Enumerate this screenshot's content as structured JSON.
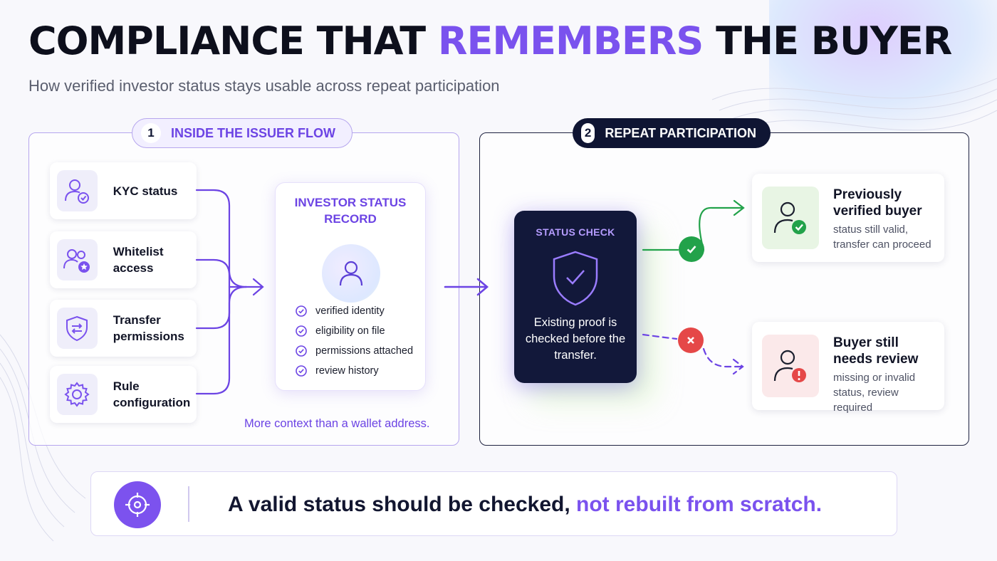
{
  "header": {
    "title_part1": "COMPLIANCE THAT ",
    "title_accent": "REMEMBERS",
    "title_part2": " THE BUYER",
    "subtitle": "How verified investor status stays usable across repeat participation"
  },
  "left_panel": {
    "number": "1",
    "label": "INSIDE THE ISSUER FLOW",
    "items": [
      {
        "label": "KYC status",
        "icon": "user-check-icon"
      },
      {
        "label": "Whitelist access",
        "icon": "users-star-icon"
      },
      {
        "label": "Transfer permissions",
        "icon": "shield-arrows-icon"
      },
      {
        "label": "Rule configuration",
        "icon": "gear-icon"
      }
    ],
    "record": {
      "title": "INVESTOR STATUS RECORD",
      "items": [
        "verified identity",
        "eligibility on file",
        "permissions attached",
        "review history"
      ]
    },
    "caption": "More context than a wallet address."
  },
  "right_panel": {
    "number": "2",
    "label": "REPEAT PARTICIPATION",
    "status_check": {
      "title": "STATUS CHECK",
      "description": "Existing proof is checked before the transfer."
    },
    "outcomes": [
      {
        "title": "Previously verified buyer",
        "description": "status still valid, transfer can proceed",
        "color": "#22a24a"
      },
      {
        "title": "Buyer still needs review",
        "description": "missing or invalid status, review required",
        "color": "#e54848"
      }
    ]
  },
  "footer": {
    "text_part1": "A valid status should be checked, ",
    "text_accent": "not rebuilt from scratch."
  },
  "colors": {
    "accent": "#7a52ee",
    "navy": "#12183a",
    "success": "#22a24a",
    "error": "#e54848"
  }
}
